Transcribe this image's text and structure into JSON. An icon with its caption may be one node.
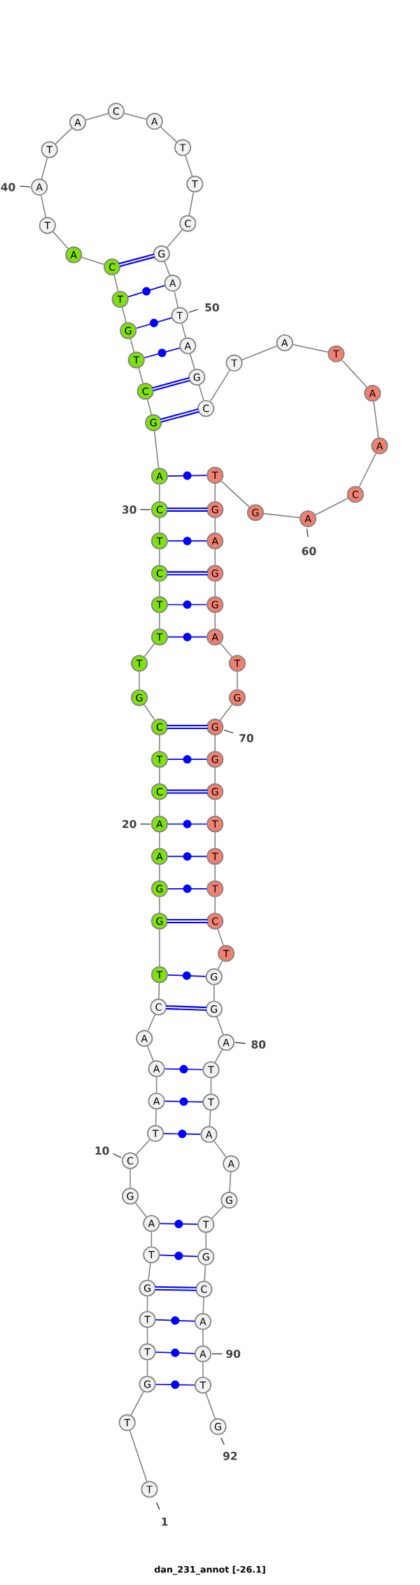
{
  "diagram": {
    "caption": "dan_231_annot [-26.1]",
    "nodes": [
      {
        "text": [
          "T"
        ],
        "beside": [
          "1"
        ]
      },
      {
        "text": [
          "T"
        ]
      },
      {
        "text": [
          "G"
        ]
      },
      {
        "text": [
          "T"
        ]
      },
      {
        "text": [
          "T"
        ]
      },
      {
        "text": [
          "G"
        ]
      },
      {
        "text": [
          "T"
        ]
      },
      {
        "text": [
          "A"
        ]
      },
      {
        "text": [
          "G"
        ]
      },
      {
        "text": [
          "C"
        ],
        "beside": [
          "10"
        ]
      },
      {
        "text": [
          "T"
        ]
      },
      {
        "text": [
          "A"
        ]
      },
      {
        "text": [
          "A"
        ]
      },
      {
        "text": [
          "A"
        ]
      },
      {
        "text": [
          "C"
        ]
      },
      {
        "text": [
          "T"
        ]
      },
      {
        "text": [
          "G"
        ]
      },
      {
        "text": [
          "G"
        ]
      },
      {
        "text": [
          "A"
        ]
      },
      {
        "text": [
          "A"
        ],
        "beside": [
          "20"
        ]
      },
      {
        "text": [
          "C"
        ]
      },
      {
        "text": [
          "T"
        ]
      },
      {
        "text": [
          "C"
        ]
      },
      {
        "text": [
          "G"
        ]
      },
      {
        "text": [
          "T"
        ]
      },
      {
        "text": [
          "T"
        ]
      },
      {
        "text": [
          "T"
        ]
      },
      {
        "text": [
          "C"
        ]
      },
      {
        "text": [
          "T"
        ]
      },
      {
        "text": [
          "C"
        ],
        "beside": [
          "30"
        ]
      },
      {
        "text": [
          "A"
        ]
      },
      {
        "text": [
          "G"
        ]
      },
      {
        "text": [
          "C"
        ]
      },
      {
        "text": [
          "T"
        ]
      },
      {
        "text": [
          "G"
        ]
      },
      {
        "text": [
          "T"
        ]
      },
      {
        "text": [
          "C"
        ]
      },
      {
        "text": [
          "A"
        ]
      },
      {
        "text": [
          "T"
        ]
      },
      {
        "text": [
          "A"
        ],
        "beside": [
          "40"
        ]
      },
      {
        "text": [
          "T"
        ]
      },
      {
        "text": [
          "A"
        ]
      },
      {
        "text": [
          "C"
        ]
      },
      {
        "text": [
          "A"
        ]
      },
      {
        "text": [
          "T"
        ]
      },
      {
        "text": [
          "T"
        ]
      },
      {
        "text": [
          "C"
        ]
      },
      {
        "text": [
          "G"
        ]
      },
      {
        "text": [
          "A"
        ]
      },
      {
        "text": [
          "T"
        ],
        "beside": [
          "50"
        ]
      },
      {
        "text": [
          "A"
        ]
      },
      {
        "text": [
          "G"
        ]
      },
      {
        "text": [
          "C"
        ]
      },
      {
        "text": [
          "T"
        ]
      },
      {
        "text": [
          "A"
        ]
      },
      {
        "text": [
          "T"
        ]
      },
      {
        "text": [
          "A"
        ]
      },
      {
        "text": [
          "A"
        ]
      },
      {
        "text": [
          "C"
        ]
      },
      {
        "text": [
          "A"
        ],
        "beside": [
          "60"
        ]
      },
      {
        "text": [
          "G"
        ]
      },
      {
        "text": [
          "T"
        ]
      },
      {
        "text": [
          "G"
        ]
      },
      {
        "text": [
          "A"
        ]
      },
      {
        "text": [
          "G"
        ]
      },
      {
        "text": [
          "G"
        ]
      },
      {
        "text": [
          "A"
        ]
      },
      {
        "text": [
          "T"
        ]
      },
      {
        "text": [
          "G"
        ]
      },
      {
        "text": [
          "G"
        ],
        "beside": [
          "70"
        ]
      },
      {
        "text": [
          "G"
        ]
      },
      {
        "text": [
          "G"
        ]
      },
      {
        "text": [
          "T"
        ]
      },
      {
        "text": [
          "T"
        ]
      },
      {
        "text": [
          "T"
        ]
      },
      {
        "text": [
          "C"
        ]
      },
      {
        "text": [
          "T"
        ]
      },
      {
        "text": [
          "G"
        ]
      },
      {
        "text": [
          "G"
        ]
      },
      {
        "text": [
          "A"
        ],
        "beside": [
          "80"
        ]
      },
      {
        "text": [
          "T"
        ]
      },
      {
        "text": [
          "T"
        ]
      },
      {
        "text": [
          "A"
        ]
      },
      {
        "text": [
          "A"
        ]
      },
      {
        "text": [
          "G"
        ]
      },
      {
        "text": [
          "T"
        ]
      },
      {
        "text": [
          "G"
        ]
      },
      {
        "text": [
          "C"
        ]
      },
      {
        "text": [
          "A"
        ]
      },
      {
        "text": [
          "A"
        ],
        "beside": [
          "90"
        ]
      },
      {
        "text": [
          "T"
        ]
      },
      {
        "text": [
          "G"
        ],
        "beside": [
          "92"
        ]
      }
    ],
    "edges": [
      {
        "from": 0,
        "to": 1,
        "arrow": "none"
      },
      {
        "from": 1,
        "to": 2,
        "arrow": "none"
      },
      {
        "from": 2,
        "to": 3,
        "arrow": "none"
      },
      {
        "from": 3,
        "to": 4,
        "arrow": "none"
      },
      {
        "from": 4,
        "to": 5,
        "arrow": "none"
      },
      {
        "from": 5,
        "to": 6,
        "arrow": "none"
      },
      {
        "from": 6,
        "to": 7,
        "arrow": "none"
      },
      {
        "from": 7,
        "to": 8,
        "arrow": "none"
      },
      {
        "from": 8,
        "to": 9,
        "arrow": "none"
      },
      {
        "from": 9,
        "to": 10,
        "arrow": "none"
      },
      {
        "from": 10,
        "to": 11,
        "arrow": "none"
      },
      {
        "from": 11,
        "to": 12,
        "arrow": "none"
      },
      {
        "from": 12,
        "to": 13,
        "arrow": "none"
      },
      {
        "from": 13,
        "to": 14,
        "arrow": "none"
      },
      {
        "from": 14,
        "to": 15,
        "arrow": "none"
      },
      {
        "from": 15,
        "to": 16,
        "arrow": "none"
      },
      {
        "from": 16,
        "to": 17,
        "arrow": "none"
      },
      {
        "from": 17,
        "to": 18,
        "arrow": "none"
      },
      {
        "from": 18,
        "to": 19,
        "arrow": "none"
      },
      {
        "from": 19,
        "to": 20,
        "arrow": "none"
      },
      {
        "from": 20,
        "to": 21,
        "arrow": "none"
      },
      {
        "from": 21,
        "to": 22,
        "arrow": "none"
      },
      {
        "from": 22,
        "to": 23,
        "arrow": "none"
      },
      {
        "from": 23,
        "to": 24,
        "arrow": "none"
      },
      {
        "from": 24,
        "to": 25,
        "arrow": "none"
      },
      {
        "from": 25,
        "to": 26,
        "arrow": "none"
      },
      {
        "from": 26,
        "to": 27,
        "arrow": "none"
      },
      {
        "from": 27,
        "to": 28,
        "arrow": "none"
      },
      {
        "from": 28,
        "to": 29,
        "arrow": "none"
      },
      {
        "from": 29,
        "to": 30,
        "arrow": "none"
      },
      {
        "from": 30,
        "to": 31,
        "arrow": "none"
      },
      {
        "from": 31,
        "to": 32,
        "arrow": "none"
      },
      {
        "from": 32,
        "to": 33,
        "arrow": "none"
      },
      {
        "from": 33,
        "to": 34,
        "arrow": "none"
      },
      {
        "from": 34,
        "to": 35,
        "arrow": "none"
      },
      {
        "from": 35,
        "to": 36,
        "arrow": "none"
      },
      {
        "from": 36,
        "to": 37,
        "arrow": "none"
      },
      {
        "from": 37,
        "to": 38,
        "arrow": "none"
      },
      {
        "from": 38,
        "to": 39,
        "arrow": "none"
      },
      {
        "from": 39,
        "to": 40,
        "arrow": "none"
      },
      {
        "from": 40,
        "to": 41,
        "arrow": "none"
      },
      {
        "from": 41,
        "to": 42,
        "arrow": "none"
      },
      {
        "from": 42,
        "to": 43,
        "arrow": "none"
      },
      {
        "from": 43,
        "to": 44,
        "arrow": "none"
      },
      {
        "from": 44,
        "to": 45,
        "arrow": "none"
      },
      {
        "from": 45,
        "to": 46,
        "arrow": "none"
      },
      {
        "from": 46,
        "to": 47,
        "arrow": "none"
      },
      {
        "from": 47,
        "to": 48,
        "arrow": "none"
      },
      {
        "from": 48,
        "to": 49,
        "arrow": "none"
      },
      {
        "from": 49,
        "to": 50,
        "arrow": "none"
      },
      {
        "from": 50,
        "to": 51,
        "arrow": "none"
      },
      {
        "from": 51,
        "to": 52,
        "arrow": "none"
      },
      {
        "from": 52,
        "to": 53,
        "arrow": "none"
      },
      {
        "from": 53,
        "to": 54,
        "arrow": "none"
      },
      {
        "from": 54,
        "to": 55,
        "arrow": "none"
      },
      {
        "from": 55,
        "to": 56,
        "arrow": "none"
      },
      {
        "from": 56,
        "to": 57,
        "arrow": "none"
      },
      {
        "from": 57,
        "to": 58,
        "arrow": "none"
      },
      {
        "from": 58,
        "to": 59,
        "arrow": "none"
      },
      {
        "from": 59,
        "to": 60,
        "arrow": "none"
      },
      {
        "from": 60,
        "to": 61,
        "arrow": "none"
      },
      {
        "from": 61,
        "to": 62,
        "arrow": "none"
      },
      {
        "from": 62,
        "to": 63,
        "arrow": "none"
      },
      {
        "from": 63,
        "to": 64,
        "arrow": "none"
      },
      {
        "from": 64,
        "to": 65,
        "arrow": "none"
      },
      {
        "from": 65,
        "to": 66,
        "arrow": "none"
      },
      {
        "from": 66,
        "to": 67,
        "arrow": "none"
      },
      {
        "from": 67,
        "to": 68,
        "arrow": "none"
      },
      {
        "from": 68,
        "to": 69,
        "arrow": "none"
      },
      {
        "from": 69,
        "to": 70,
        "arrow": "none"
      },
      {
        "from": 70,
        "to": 71,
        "arrow": "none"
      },
      {
        "from": 71,
        "to": 72,
        "arrow": "none"
      },
      {
        "from": 72,
        "to": 73,
        "arrow": "none"
      },
      {
        "from": 73,
        "to": 74,
        "arrow": "none"
      },
      {
        "from": 74,
        "to": 75,
        "arrow": "none"
      },
      {
        "from": 75,
        "to": 76,
        "arrow": "none"
      },
      {
        "from": 76,
        "to": 77,
        "arrow": "none"
      },
      {
        "from": 77,
        "to": 78,
        "arrow": "none"
      },
      {
        "from": 78,
        "to": 79,
        "arrow": "none"
      },
      {
        "from": 79,
        "to": 80,
        "arrow": "none"
      },
      {
        "from": 80,
        "to": 81,
        "arrow": "none"
      },
      {
        "from": 81,
        "to": 82,
        "arrow": "none"
      },
      {
        "from": 82,
        "to": 83,
        "arrow": "none"
      },
      {
        "from": 83,
        "to": 84,
        "arrow": "none"
      },
      {
        "from": 84,
        "to": 85,
        "arrow": "none"
      },
      {
        "from": 85,
        "to": 86,
        "arrow": "none"
      },
      {
        "from": 86,
        "to": 87,
        "arrow": "none"
      },
      {
        "from": 87,
        "to": 88,
        "arrow": "none"
      },
      {
        "from": 88,
        "to": 89,
        "arrow": "none"
      },
      {
        "from": 89,
        "to": 90,
        "arrow": "none"
      },
      {
        "from": 90,
        "to": 91,
        "arrow": "none"
      },
      {
        "from": 2,
        "to": 90,
        "arrow": "none",
        "color": "#0000ff"
      },
      {
        "from": 3,
        "to": 89,
        "arrow": "none",
        "color": "#0000ff"
      },
      {
        "from": 4,
        "to": 88,
        "arrow": "none",
        "color": "#0000ff"
      },
      {
        "from": 5,
        "to": 87,
        "arrow": "none",
        "color": "#0000ff",
        "style": "thick"
      },
      {
        "from": 6,
        "to": 86,
        "arrow": "none",
        "color": "#0000ff"
      },
      {
        "from": 7,
        "to": 85,
        "arrow": "none",
        "color": "#0000ff"
      },
      {
        "from": 10,
        "to": 82,
        "arrow": "none",
        "color": "#0000ff"
      },
      {
        "from": 11,
        "to": 81,
        "arrow": "none",
        "color": "#0000ff"
      },
      {
        "from": 12,
        "to": 80,
        "arrow": "none",
        "color": "#0000ff"
      },
      {
        "from": 14,
        "to": 78,
        "arrow": "none",
        "color": "#0000ff",
        "style": "thick"
      },
      {
        "from": 15,
        "to": 77,
        "arrow": "none",
        "color": "#0000ff"
      },
      {
        "from": 16,
        "to": 75,
        "arrow": "none",
        "color": "#0000ff",
        "style": "thick"
      },
      {
        "from": 17,
        "to": 74,
        "arrow": "none",
        "color": "#0000ff"
      },
      {
        "from": 18,
        "to": 73,
        "arrow": "none",
        "color": "#0000ff"
      },
      {
        "from": 19,
        "to": 72,
        "arrow": "none",
        "color": "#0000ff"
      },
      {
        "from": 20,
        "to": 71,
        "arrow": "none",
        "color": "#0000ff",
        "style": "thick"
      },
      {
        "from": 21,
        "to": 70,
        "arrow": "none",
        "color": "#0000ff"
      },
      {
        "from": 22,
        "to": 69,
        "arrow": "none",
        "color": "#0000ff",
        "style": "thick"
      },
      {
        "from": 25,
        "to": 66,
        "arrow": "none",
        "color": "#0000ff"
      },
      {
        "from": 26,
        "to": 65,
        "arrow": "none",
        "color": "#0000ff"
      },
      {
        "from": 27,
        "to": 64,
        "arrow": "none",
        "color": "#0000ff",
        "style": "thick"
      },
      {
        "from": 28,
        "to": 63,
        "arrow": "none",
        "color": "#0000ff"
      },
      {
        "from": 29,
        "to": 62,
        "arrow": "none",
        "color": "#0000ff",
        "style": "thick"
      },
      {
        "from": 30,
        "to": 61,
        "arrow": "none",
        "color": "#0000ff"
      },
      {
        "from": 31,
        "to": 52,
        "arrow": "none",
        "color": "#0000ff",
        "style": "thick"
      },
      {
        "from": 32,
        "to": 51,
        "arrow": "none",
        "color": "#0000ff",
        "style": "thick"
      },
      {
        "from": 33,
        "to": 50,
        "arrow": "none",
        "color": "#0000ff"
      },
      {
        "from": 34,
        "to": 49,
        "arrow": "none",
        "color": "#0000ff"
      },
      {
        "from": 35,
        "to": 48,
        "arrow": "none",
        "color": "#0000ff"
      },
      {
        "from": 36,
        "to": 47,
        "arrow": "none",
        "color": "#0000ff",
        "style": "thick"
      }
    ]
  }
}
